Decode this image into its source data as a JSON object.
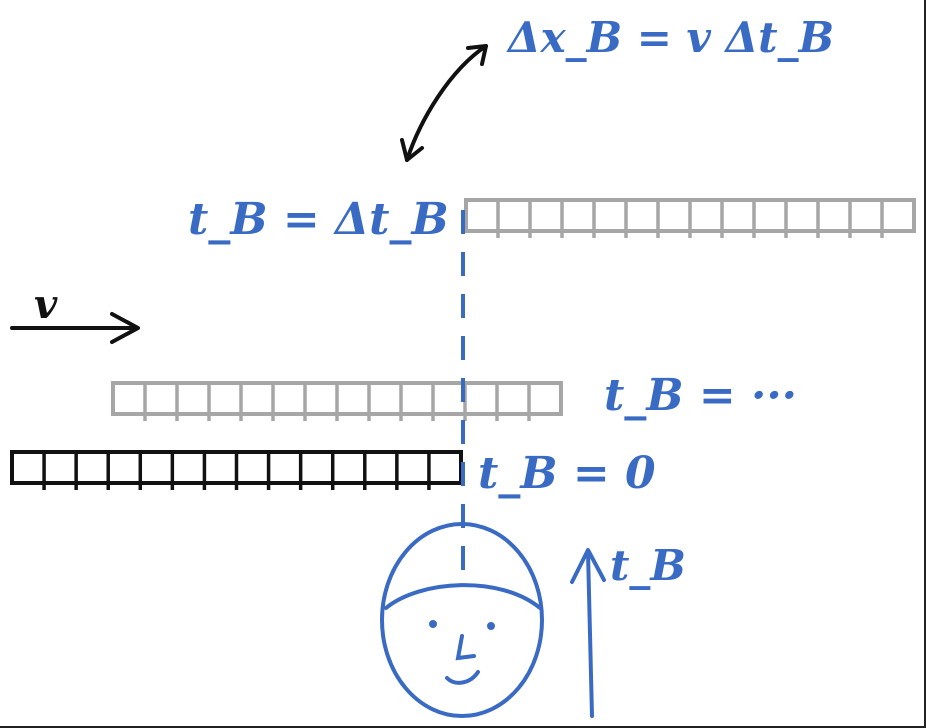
{
  "labels": {
    "delta_x_eq": "Δx_B = v Δt_B",
    "top_t": "t_B = Δt_B",
    "velocity": "v",
    "mid_t": "t_B = ···",
    "bottom_t": "t_B = 0",
    "observer_axis": "t_B"
  },
  "colors": {
    "blue": "#3a6bc4",
    "grey": "#a6a6a6",
    "black": "#111111"
  },
  "rulers": {
    "segments_per_ruler": 14
  }
}
